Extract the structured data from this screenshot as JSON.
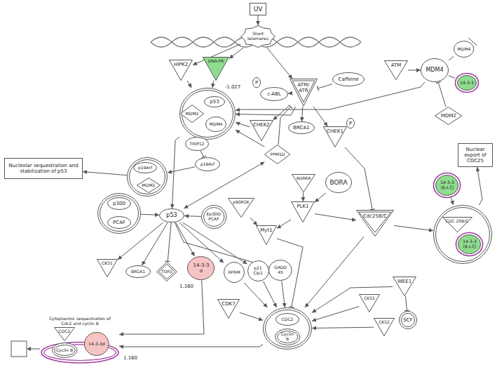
{
  "diagram": {
    "nodes": [
      {
        "text": [
          "UV"
        ]
      },
      {
        "text": [
          "Short telomeres"
        ]
      },
      {
        "text": [
          "HIPK2"
        ]
      },
      {
        "text": [
          "DNA-PK"
        ]
      },
      {
        "text": [
          "P"
        ]
      },
      {
        "text": [
          "c-ABL"
        ]
      },
      {
        "text": [
          "ATM/ ATR"
        ]
      },
      {
        "text": [
          "Caffeine"
        ]
      },
      {
        "text": [
          "ATM"
        ]
      },
      {
        "text": [
          "MDM4"
        ]
      },
      {
        "text": [
          "MDM4"
        ]
      },
      {
        "text": [
          "14-3-3"
        ]
      },
      {
        "text": []
      },
      {
        "text": [
          "MDM2"
        ],
        "in": 12
      },
      {
        "text": [
          "p53"
        ],
        "in": 12
      },
      {
        "text": [
          "MDM4"
        ],
        "in": 12
      },
      {
        "text": [
          "MDM2"
        ]
      },
      {
        "text": [
          "CHEK2"
        ]
      },
      {
        "text": [
          "BRCA1"
        ]
      },
      {
        "text": [
          "P"
        ]
      },
      {
        "text": [
          "CHEK1"
        ]
      },
      {
        "text": [
          "TRIP12"
        ]
      },
      {
        "text": [
          "Nucleolar sequestration and stabilization of p53"
        ]
      },
      {
        "text": []
      },
      {
        "text": [
          "p19Arf"
        ],
        "in": 23
      },
      {
        "text": [
          "MDM2"
        ],
        "in": 23
      },
      {
        "text": [
          "p19Arf"
        ]
      },
      {
        "text": [
          "PPM1D"
        ]
      },
      {
        "text": [
          "AURKA"
        ]
      },
      {
        "text": [
          "BORA"
        ]
      },
      {
        "text": [
          "PLK1"
        ]
      },
      {
        "text": []
      },
      {
        "text": [
          "p300"
        ],
        "in": 31
      },
      {
        "text": [
          "PCAF"
        ],
        "in": 31
      },
      {
        "text": [
          "p53"
        ]
      },
      {
        "text": [
          "Ep300/ PCAF"
        ]
      },
      {
        "text": [
          "p90RSK"
        ]
      },
      {
        "text": [
          "Myt1"
        ]
      },
      {
        "text": [
          "Cdc25B/C"
        ]
      },
      {
        "text": [
          "Nuclear export of CDC25"
        ]
      },
      {
        "text": [
          "14-3-3 (β,ε,ζ)"
        ]
      },
      {
        "text": []
      },
      {
        "text": [
          "CDC 25B/C"
        ],
        "in": 41
      },
      {
        "text": [
          "14-3-3 (β,ε,ζ)"
        ],
        "in": 41
      },
      {
        "text": [
          "CKS1"
        ]
      },
      {
        "text": [
          "BRCA1"
        ]
      },
      {
        "text": [
          "TOP2"
        ]
      },
      {
        "text": [
          "14-3-3 σ"
        ]
      },
      {
        "text": [
          "RPRM"
        ]
      },
      {
        "text": [
          "p21 Cip1"
        ]
      },
      {
        "text": [
          "GADD 45"
        ]
      },
      {
        "text": [
          "WEE1"
        ]
      },
      {
        "text": [
          "CDK7"
        ]
      },
      {
        "text": [
          "CKS1"
        ]
      },
      {
        "text": [
          "SCF"
        ]
      },
      {
        "text": [
          "CKS2"
        ]
      },
      {
        "text": []
      },
      {
        "text": [
          "CDC2"
        ],
        "in": 56
      },
      {
        "text": [
          "Cyclin B"
        ],
        "in": 56
      },
      {
        "text": [
          "Cytoplasmic sequestration of Cdc2 and cyclin B"
        ]
      },
      {
        "text": [
          "CDC2"
        ],
        "in": 59
      },
      {
        "text": [
          "Cyclin B"
        ],
        "in": 59
      },
      {
        "text": [
          "14-3-3σ"
        ],
        "in": 59
      }
    ],
    "edges": [
      {
        "from": 0,
        "to": 1,
        "arrow": "to"
      },
      {
        "from": 1,
        "to": 2,
        "arrow": "to"
      },
      {
        "from": 1,
        "to": 3,
        "arrow": "to"
      },
      {
        "from": 1,
        "to": 6,
        "arrow": "to"
      },
      {
        "from": 2,
        "to": 12,
        "arrow": "to"
      },
      {
        "from": 3,
        "to": 12,
        "arrow": "to"
      },
      {
        "from": 6,
        "to": 5,
        "arrow": "to"
      },
      {
        "from": 7,
        "to": 6,
        "arrow": "to"
      },
      {
        "from": 6,
        "to": 17,
        "arrow": "to"
      },
      {
        "from": 6,
        "to": 18,
        "arrow": "to"
      },
      {
        "from": 6,
        "to": 20,
        "arrow": "to"
      },
      {
        "from": 6,
        "to": 12,
        "arrow": "to"
      },
      {
        "from": 8,
        "to": 10,
        "arrow": "to"
      },
      {
        "from": 10,
        "to": 12,
        "arrow": "to"
      },
      {
        "from": 16,
        "to": 10,
        "arrow": "to"
      },
      {
        "from": 11,
        "to": 10,
        "arrow": "none"
      },
      {
        "from": 9,
        "to": 10,
        "arrow": "none"
      },
      {
        "from": 17,
        "to": 12,
        "arrow": "to"
      },
      {
        "from": 27,
        "to": 12,
        "arrow": "to"
      },
      {
        "from": 27,
        "to": 6,
        "arrow": "to"
      },
      {
        "from": 20,
        "to": 38,
        "arrow": "to"
      },
      {
        "from": 12,
        "to": 34,
        "arrow": "to"
      },
      {
        "from": 21,
        "to": 26,
        "arrow": "to"
      },
      {
        "from": 26,
        "to": 23,
        "arrow": "to"
      },
      {
        "from": 23,
        "to": 22,
        "arrow": "to"
      },
      {
        "from": 31,
        "to": 34,
        "arrow": "to"
      },
      {
        "from": 35,
        "to": 34,
        "arrow": "to"
      },
      {
        "from": 34,
        "to": 44,
        "arrow": "to"
      },
      {
        "from": 34,
        "to": 45,
        "arrow": "to"
      },
      {
        "from": 34,
        "to": 46,
        "arrow": "to"
      },
      {
        "from": 34,
        "to": 47,
        "arrow": "to"
      },
      {
        "from": 34,
        "to": 48,
        "arrow": "to"
      },
      {
        "from": 34,
        "to": 49,
        "arrow": "to"
      },
      {
        "from": 34,
        "to": 50,
        "arrow": "to"
      },
      {
        "from": 34,
        "to": 27,
        "arrow": "both"
      },
      {
        "from": 47,
        "to": 59,
        "arrow": "to"
      },
      {
        "from": 48,
        "to": 56,
        "arrow": "to"
      },
      {
        "from": 49,
        "to": 56,
        "arrow": "to"
      },
      {
        "from": 50,
        "to": 56,
        "arrow": "to"
      },
      {
        "from": 52,
        "to": 56,
        "arrow": "to"
      },
      {
        "from": 36,
        "to": 37,
        "arrow": "to"
      },
      {
        "from": 30,
        "to": 37,
        "arrow": "to"
      },
      {
        "from": 37,
        "to": 56,
        "arrow": "to"
      },
      {
        "from": 28,
        "to": 30,
        "arrow": "to"
      },
      {
        "from": 29,
        "to": 30,
        "arrow": "to"
      },
      {
        "from": 30,
        "to": 38,
        "arrow": "to"
      },
      {
        "from": 38,
        "to": 56,
        "arrow": "to"
      },
      {
        "from": 40,
        "to": 41,
        "arrow": "to"
      },
      {
        "from": 38,
        "to": 41,
        "arrow": "to"
      },
      {
        "from": 41,
        "to": 39,
        "arrow": "to"
      },
      {
        "from": 51,
        "to": 56,
        "arrow": "to"
      },
      {
        "from": 51,
        "to": 54,
        "arrow": "to"
      },
      {
        "from": 53,
        "to": 56,
        "arrow": "to"
      },
      {
        "from": 55,
        "to": 56,
        "arrow": "to"
      },
      {
        "from": 56,
        "to": 59,
        "arrow": "to"
      }
    ],
    "labels": [
      "-1.027",
      "1.160",
      "1.160"
    ]
  }
}
